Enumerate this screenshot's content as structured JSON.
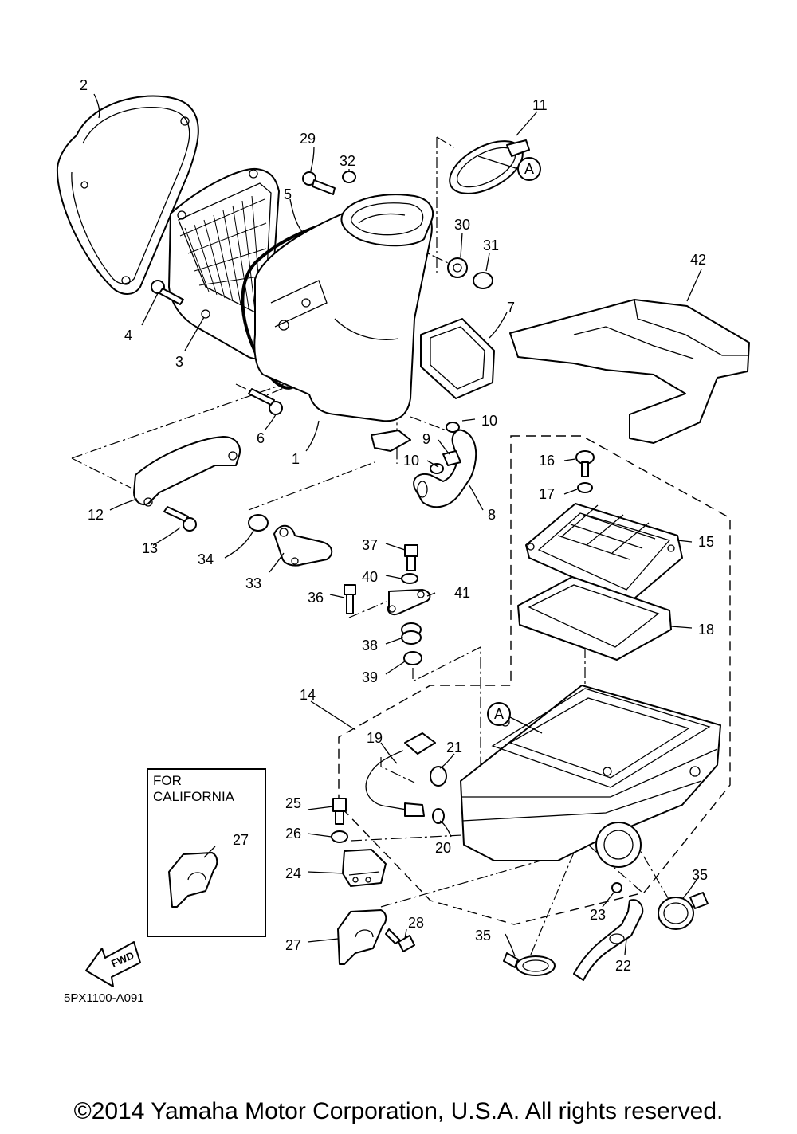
{
  "diagram": {
    "code": "5PX1100-A091",
    "copyright": "©2014 Yamaha Motor Corporation, U.S.A. All rights reserved.",
    "california_label": "FOR\nCALIFORNIA",
    "fwd_label": "FWD",
    "ref_label": "A",
    "callouts": [
      "1",
      "2",
      "3",
      "4",
      "5",
      "6",
      "7",
      "8",
      "9",
      "10",
      "10",
      "11",
      "12",
      "13",
      "14",
      "15",
      "16",
      "17",
      "18",
      "19",
      "20",
      "21",
      "22",
      "23",
      "24",
      "25",
      "26",
      "27",
      "27",
      "28",
      "29",
      "30",
      "31",
      "32",
      "33",
      "34",
      "35",
      "35",
      "36",
      "37",
      "38",
      "39",
      "40",
      "41",
      "42"
    ]
  }
}
